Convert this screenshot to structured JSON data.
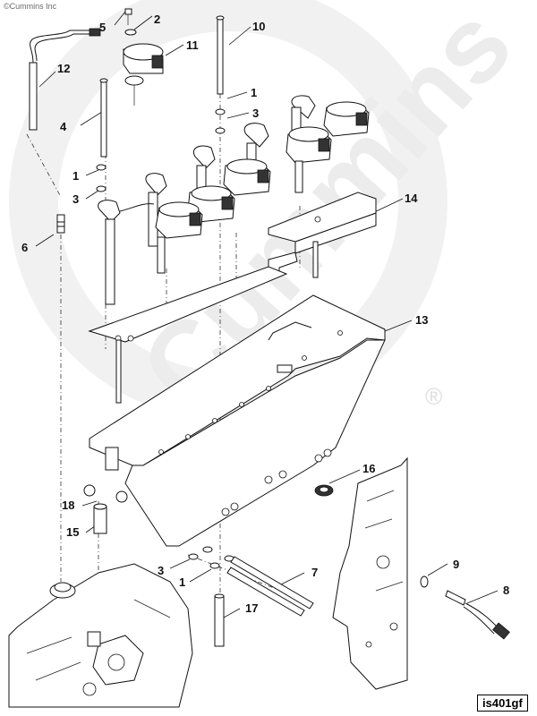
{
  "copyright": "©Cummins Inc",
  "watermark": "Cummins",
  "registered_mark": "®",
  "figure_id": "is401gf",
  "callouts": {
    "c5": "5",
    "c2": "2",
    "c10": "10",
    "c11": "11",
    "c12": "12",
    "c4": "4",
    "c1a": "1",
    "c3a": "3",
    "c1b": "1",
    "c3b": "3",
    "c6": "6",
    "c14": "14",
    "c13": "13",
    "c16": "16",
    "c18": "18",
    "c15": "15",
    "c9": "9",
    "c3c": "3",
    "c1c": "1",
    "c7": "7",
    "c8": "8",
    "c17": "17"
  },
  "colors": {
    "watermark": "#ececec",
    "line": "#111111",
    "background": "#ffffff"
  }
}
